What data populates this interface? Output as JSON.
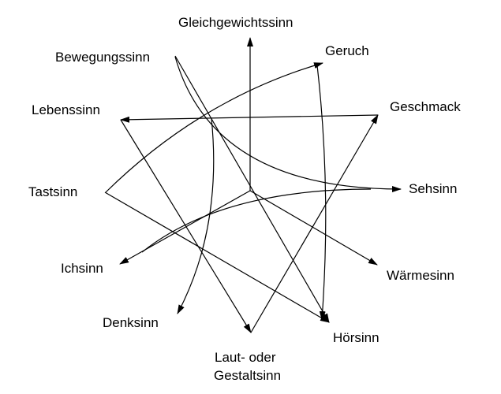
{
  "diagram": {
    "line_color": "#000000",
    "background": "#ffffff",
    "labels": {
      "gleichgewicht": "Gleichgewichtssinn",
      "geruch": "Geruch",
      "bewegung": "Bewegungssinn",
      "geschmack": "Geschmack",
      "leben": "Lebenssinn",
      "tast": "Tastsinn",
      "seh": "Sehsinn",
      "ich": "Ichsinn",
      "waerme": "Wärmesinn",
      "denk": "Denksinn",
      "hoer": "Hörsinn",
      "laut1": "Laut- oder",
      "laut2": "Gestaltsinn"
    }
  }
}
